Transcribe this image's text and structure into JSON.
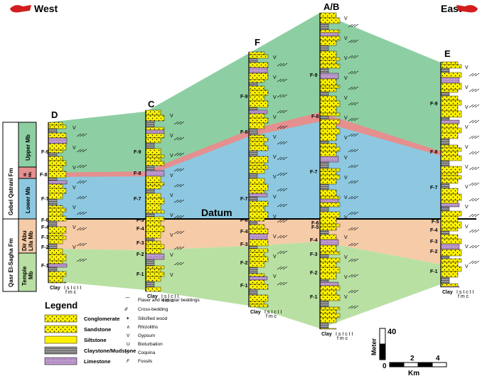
{
  "headings": {
    "west": "West",
    "east": "East",
    "datum": "Datum"
  },
  "columns": [
    {
      "id": "D",
      "label": "D"
    },
    {
      "id": "C",
      "label": "C"
    },
    {
      "id": "F",
      "label": "F"
    },
    {
      "id": "AB",
      "label": "A/B"
    },
    {
      "id": "E",
      "label": "E"
    }
  ],
  "formations": {
    "gebel_qatrani": "Gebel Qatrani Fm",
    "qasr_el_sagha": "Qasr El-Sagha Fm",
    "upper_mb": "Upper Mb",
    "m_mb": "M.",
    "m_mb2": "Mb",
    "lower_mb": "Lower Mb",
    "dir_abu_lifa_1": "Dir Abu",
    "dir_abu_lifa_2": "Lifa Mb",
    "temple_1": "Temple",
    "temple_2": "Mb"
  },
  "units": [
    "F-1",
    "F-2",
    "F-3",
    "F-4",
    "F-5",
    "F-6",
    "F-7",
    "F-8",
    "F-9"
  ],
  "grain_scale": {
    "clay": "Clay",
    "ticks": "I  s I  c I  I",
    "sizes": "f  m  c"
  },
  "legend": {
    "title": "Legend",
    "lithology": [
      {
        "key": "conglomerate",
        "label": "Conglomerate",
        "color": "#f2ec1a"
      },
      {
        "key": "sandstone",
        "label": "Sandstone",
        "color": "#fff200"
      },
      {
        "key": "siltstone",
        "label": "Siltstone",
        "color": "#fff200"
      },
      {
        "key": "claystone",
        "label": "Claystone/Mudstone",
        "color": "#7f7f7f"
      },
      {
        "key": "limestone",
        "label": "Limestone",
        "color": "#c9a3d6"
      }
    ],
    "symbols": [
      {
        "sym": "⏜",
        "label": "Flaser and lenticular beddings"
      },
      {
        "sym": "⁄⁄⁄",
        "label": "Cross-bedding"
      },
      {
        "sym": "✶",
        "label": "Silicified wood"
      },
      {
        "sym": "∧",
        "label": "Rhizoliths"
      },
      {
        "sym": "V",
        "label": "Gypsum"
      },
      {
        "sym": "U",
        "label": "Bioturbation"
      },
      {
        "sym": "⬭",
        "label": "Coquina"
      },
      {
        "sym": "F",
        "label": "Fossils"
      }
    ]
  },
  "scale": {
    "meter_label": "Meter",
    "meter_value": "40",
    "zero": "0",
    "km_2": "2",
    "km_4": "4",
    "km_label": "Km"
  },
  "colors": {
    "green_top": "#8dcfa3",
    "red_band": "#e58f8f",
    "blue": "#8dc8e0",
    "peach": "#f5cba8",
    "light_green": "#b9e0a3",
    "yellow": "#fff200",
    "gray": "#808080",
    "purple": "#b79ad0",
    "arrow": "#d21e1e"
  }
}
